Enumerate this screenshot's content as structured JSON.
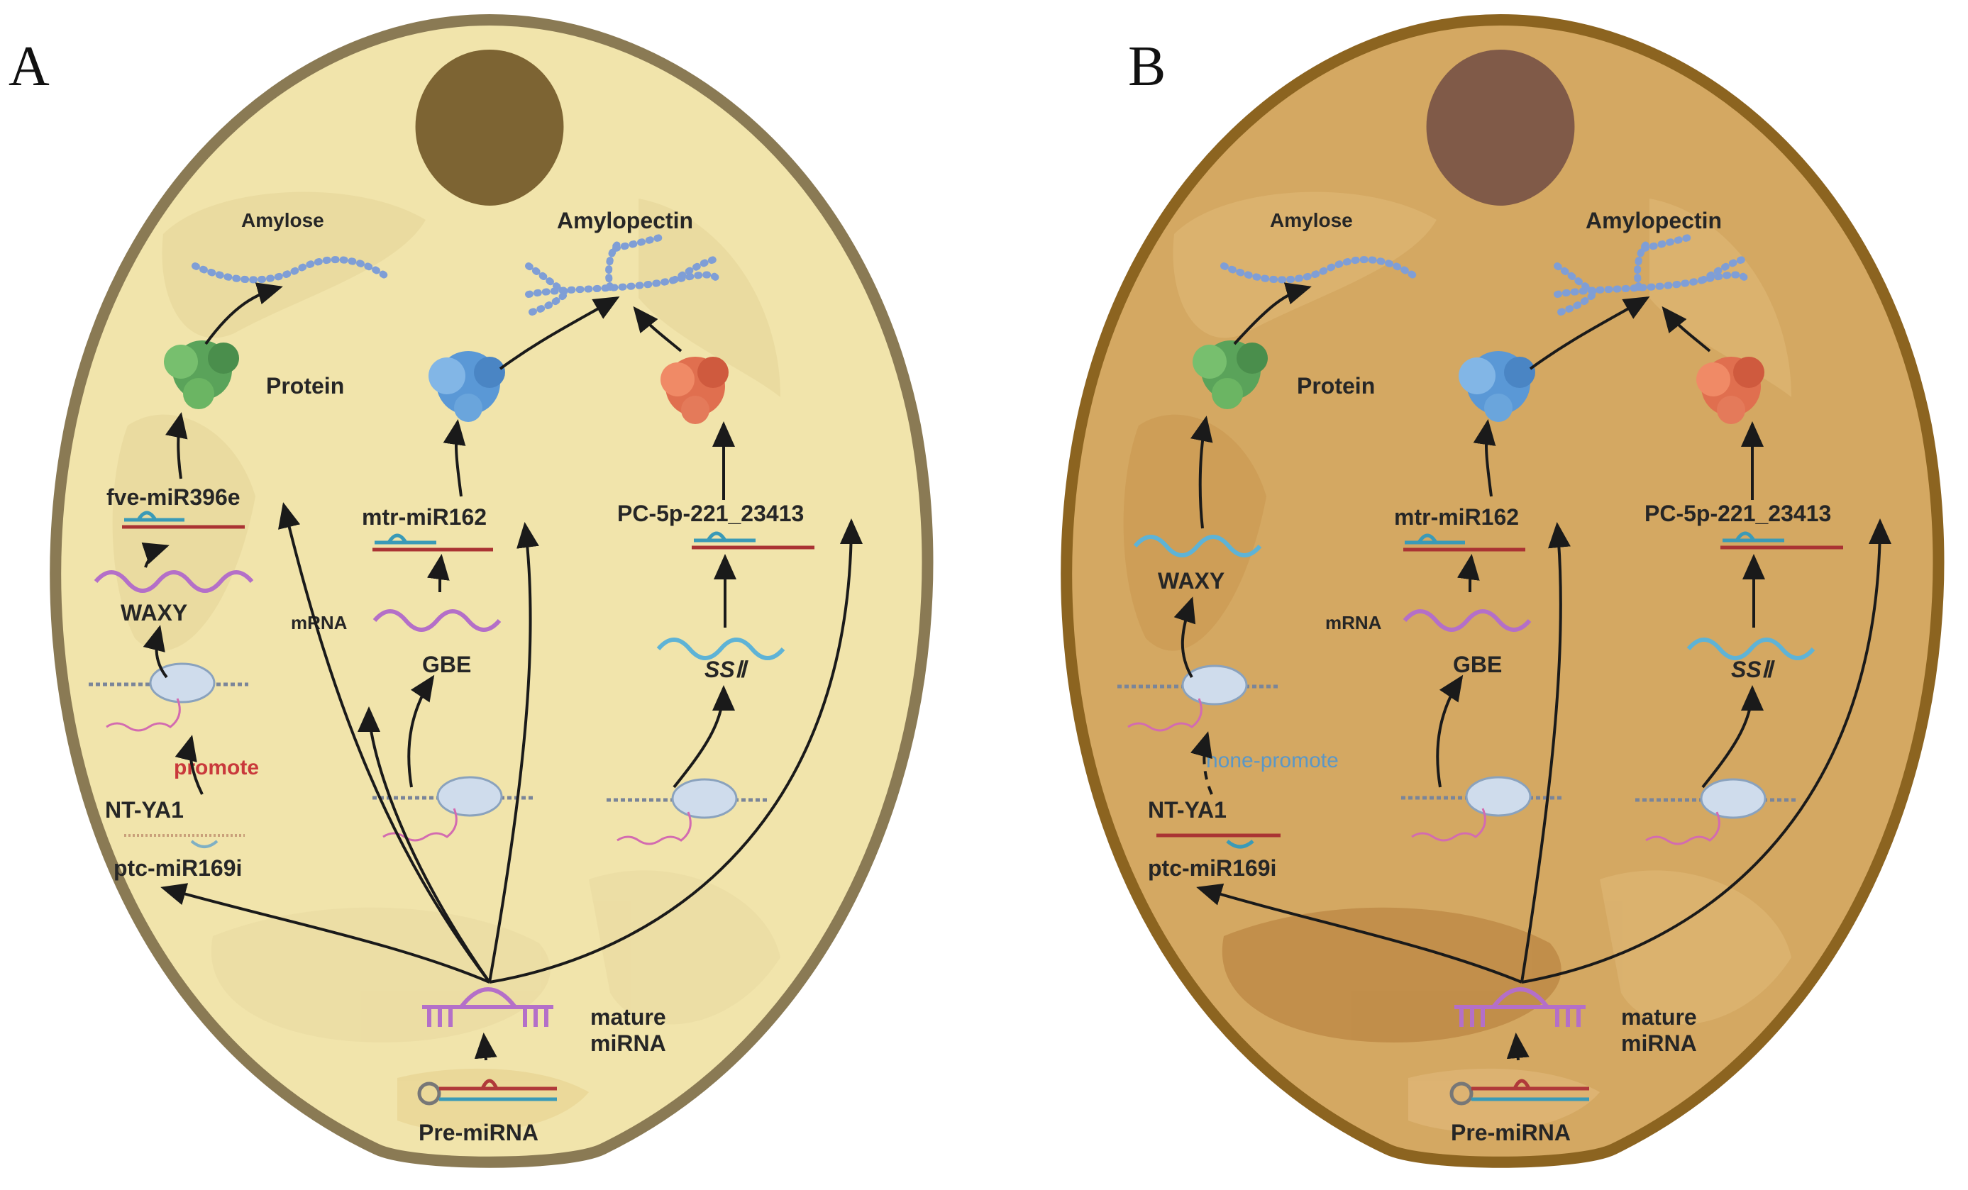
{
  "panels": [
    {
      "letter": "A",
      "colors": {
        "cell_fill": "#f1e4ab",
        "cell_border": "#8a7a54",
        "nucleus": "#7d6433",
        "shade": "#e4d497"
      },
      "labels": {
        "amylose": "Amylose",
        "amylopectin": "Amylopectin",
        "protein": "Protein",
        "mir396": "fve-miR396e",
        "mir162": "mtr-miR162",
        "pc5p": "PC-5p-221_23413",
        "waxy": "WAXY",
        "mrna": "mRNA",
        "gbe": "GBE",
        "ssii": "SSⅡ",
        "regulation": "promote",
        "ntya1": "NT-YA1",
        "mir169": "ptc-miR169i",
        "mature": "mature",
        "mirna": "miRNA",
        "pre": "Pre-miRNA"
      },
      "regulation_color": "#c9393b"
    },
    {
      "letter": "B",
      "colors": {
        "cell_fill": "#d4a862",
        "cell_border": "#8c6420",
        "nucleus": "#805a48",
        "shade": "#c8964f"
      },
      "labels": {
        "amylose": "Amylose",
        "amylopectin": "Amylopectin",
        "protein": "Protein",
        "mir162": "mtr-miR162",
        "pc5p": "PC-5p-221_23413",
        "waxy": "WAXY",
        "mrna": "mRNA",
        "gbe": "GBE",
        "ssii": "SSⅡ",
        "regulation": "none-promote",
        "ntya1": "NT-YA1",
        "mir169": "ptc-miR169i",
        "mature": "mature",
        "mirna": "miRNA",
        "pre": "Pre-miRNA"
      },
      "regulation_color": "#5b97c6"
    }
  ]
}
